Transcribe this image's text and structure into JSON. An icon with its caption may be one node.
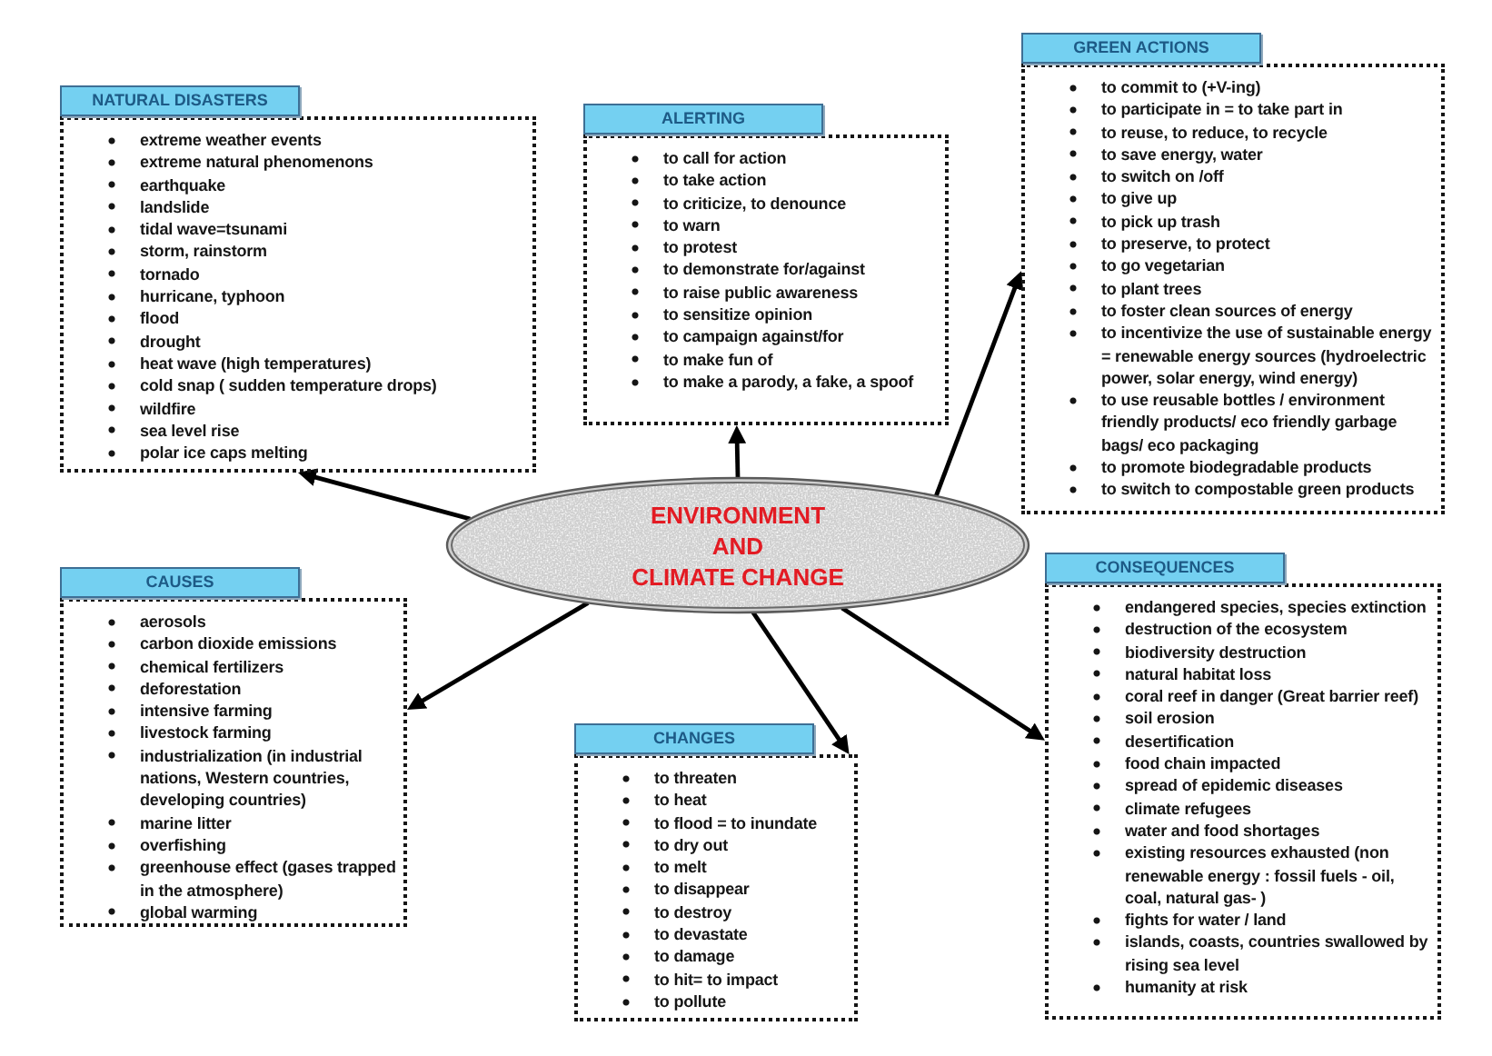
{
  "diagram": {
    "nodes": [
      {
        "text": [
          "ENVIRONMENT AND CLIMATE CHANGE"
        ]
      },
      {
        "text": [
          "NATURAL DISASTERS",
          "extreme weather events",
          "extreme natural phenomenons",
          "earthquake",
          "landslide",
          "tidal wave=tsunami",
          "storm, rainstorm",
          "tornado",
          "hurricane, typhoon",
          "flood",
          "drought",
          "heat wave (high temperatures)",
          "cold snap ( sudden temperature drops)",
          "wildfire",
          "sea level rise",
          "polar ice caps melting"
        ]
      },
      {
        "text": [
          "ALERTING",
          "to call for action",
          "to take action",
          "to criticize, to denounce",
          "to warn",
          "to protest",
          "to demonstrate for/against",
          "to raise public awareness",
          "to sensitize opinion",
          "to campaign against/for",
          "to make fun of",
          "to make a parody, a fake, a spoof"
        ]
      },
      {
        "text": [
          "GREEN ACTIONS",
          "to commit to (+V-ing)",
          "to participate in = to take part in",
          "to reuse, to reduce, to recycle",
          "to save energy, water",
          "to switch on /off",
          "to give up",
          "to pick up trash",
          "to preserve, to protect",
          "to go vegetarian",
          "to plant trees",
          "to foster clean sources of energy",
          "to incentivize the use of sustainable energy = renewable energy sources (hydroelectric power, solar energy, wind energy)",
          "to use reusable bottles / environment friendly products/ eco friendly garbage bags/ eco packaging",
          "to promote biodegradable products",
          "to switch to compostable green products"
        ]
      },
      {
        "text": [
          "CAUSES",
          "aerosols",
          "carbon dioxide emissions",
          "chemical fertilizers",
          "deforestation",
          "intensive farming",
          "livestock farming",
          "industrialization (in industrial nations, Western countries, developing countries)",
          "marine litter",
          "overfishing",
          "greenhouse effect (gases trapped in the atmosphere)",
          "global warming"
        ]
      },
      {
        "text": [
          "CHANGES",
          "to threaten",
          "to heat",
          "to flood = to inundate",
          "to dry out",
          "to melt",
          "to disappear",
          "to destroy",
          "to devastate",
          "to damage",
          "to hit= to impact",
          "to pollute"
        ]
      },
      {
        "text": [
          "CONSEQUENCES",
          "endangered species, species extinction",
          "destruction of the ecosystem",
          "biodiversity destruction",
          "natural habitat loss",
          "coral reef in danger (Great barrier reef)",
          "soil erosion",
          "desertification",
          "food chain impacted",
          "spread of epidemic diseases",
          "climate refugees",
          "water and food shortages",
          "existing resources exhausted (non renewable energy : fossil fuels - oil, coal, natural gas- )",
          "fights for water / land",
          "islands, coasts, countries swallowed by rising sea level",
          "humanity at risk"
        ]
      }
    ],
    "edges": [
      {
        "from": 0,
        "to": 1,
        "arrow": "to"
      },
      {
        "from": 0,
        "to": 2,
        "arrow": "to"
      },
      {
        "from": 0,
        "to": 3,
        "arrow": "to"
      },
      {
        "from": 0,
        "to": 4,
        "arrow": "to"
      },
      {
        "from": 0,
        "to": 5,
        "arrow": "to"
      },
      {
        "from": 0,
        "to": 6,
        "arrow": "to"
      }
    ]
  }
}
